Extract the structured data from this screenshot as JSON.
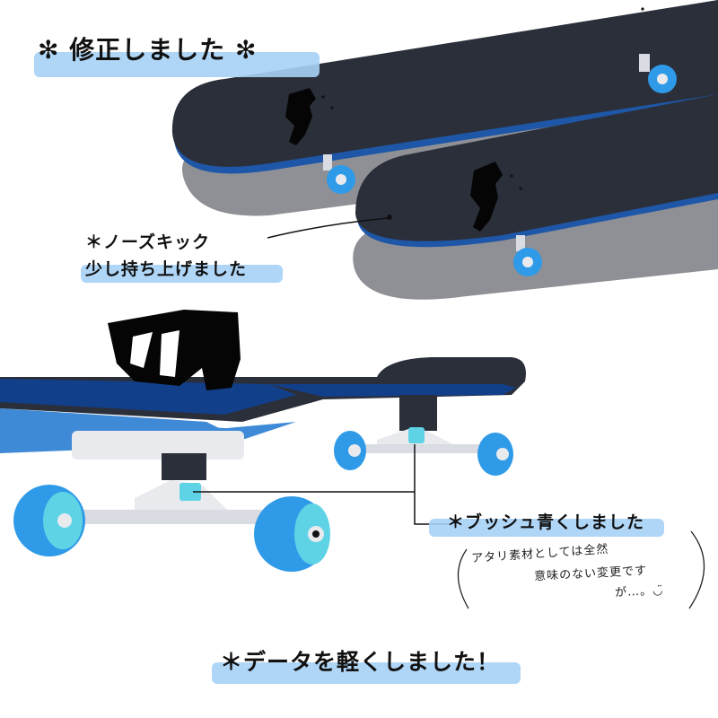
{
  "title": "✻ 修正しました ✻",
  "nose_kick": {
    "line1": "＊ノーズキック",
    "line2": "少し持ち上げました"
  },
  "bushing": {
    "label": "＊ブッシュ青くしました",
    "aside_line1": "アタリ素材としては全然",
    "aside_line2": "意味のない変更です",
    "aside_line3": "が…。◡̈"
  },
  "data_note": "＊データを軽くしました！",
  "colors": {
    "deck_dark": "#2b2f3a",
    "deck_edge": "#1e57a8",
    "deck_blue": "#123f8a",
    "deck_light_blue": "#3f8ad6",
    "shadow_gray": "#8f9095",
    "truck_silver": "#e8eaee",
    "wheel_blue": "#2f9be8",
    "bushing_cyan": "#5fd3e6",
    "highlight": "#a7d2f6"
  }
}
